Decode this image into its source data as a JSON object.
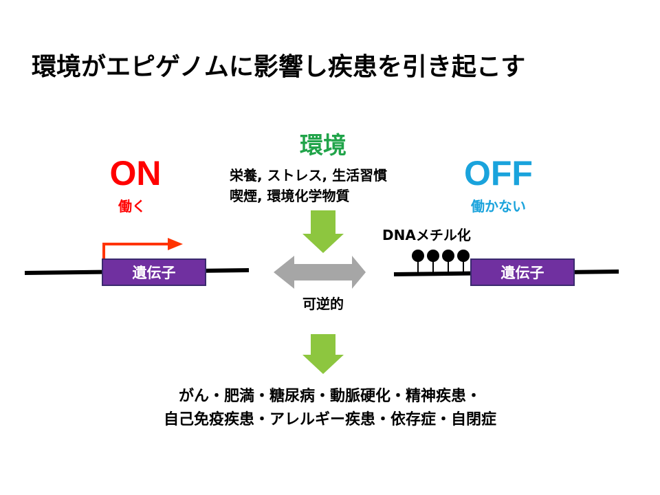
{
  "title": "環境がエピゲノムに影響し疾患を引き起こす",
  "environment": {
    "label": "環境",
    "factors_line1": "栄養, ストレス, 生活習慣",
    "factors_line2": "喫煙, 環境化学物質"
  },
  "on_state": {
    "label": "ON",
    "sublabel": "働く",
    "gene_label": "遺伝子"
  },
  "off_state": {
    "label": "OFF",
    "sublabel": "働かない",
    "gene_label": "遺伝子",
    "methylation_label": "DNAメチル化"
  },
  "reversible_label": "可逆的",
  "diseases": {
    "line1": "がん・肥満・糖尿病・動脈硬化・精神疾患・",
    "line2": "自己免疫疾患・アレルギー疾患・依存症・自閉症"
  },
  "colors": {
    "on": "#ff0000",
    "off": "#1aa3dc",
    "environment": "#21a44a",
    "gene_box": "#7030a0",
    "flow_arrow": "#8dc63f",
    "reversible_arrow": "#a6a6a6",
    "transcription_arrow": "#ff3300"
  }
}
